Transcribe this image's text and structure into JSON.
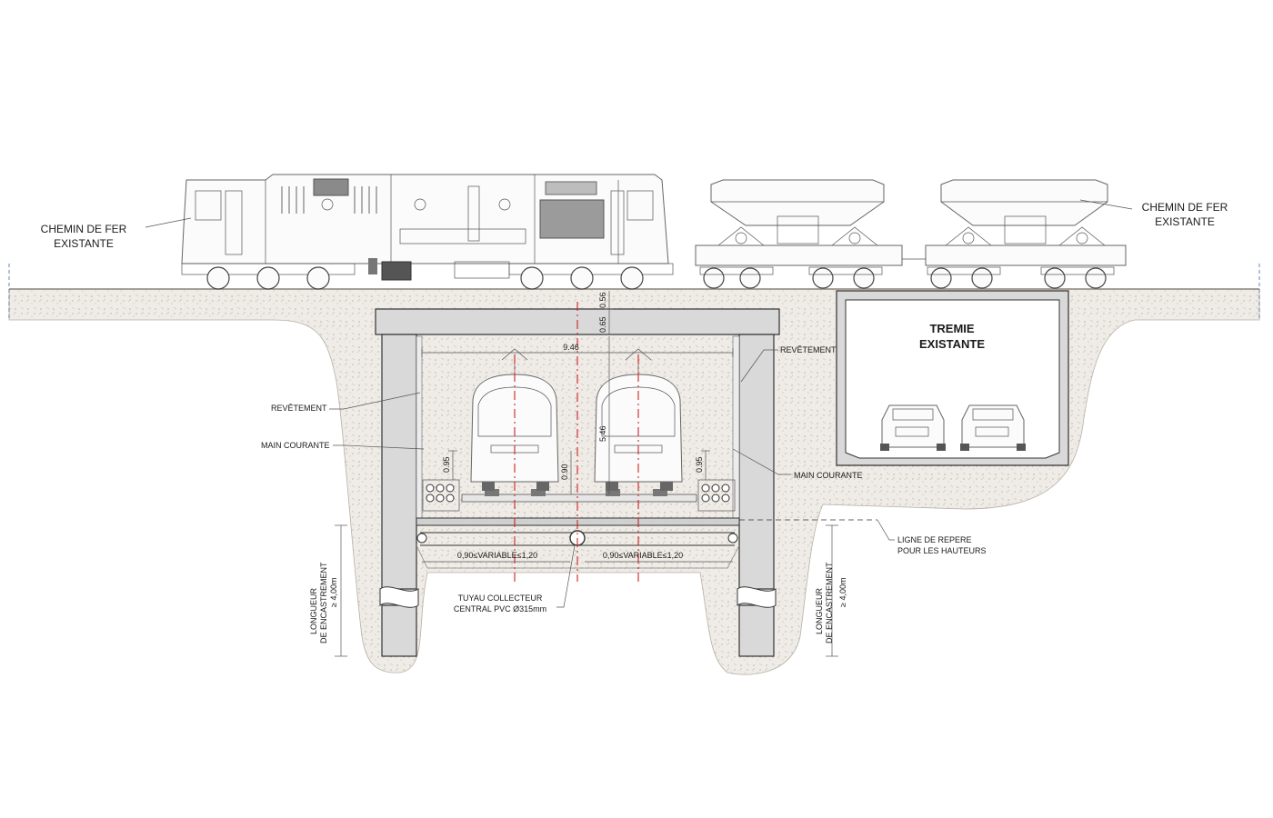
{
  "labels": {
    "railway_left_line1": "CHEMIN DE FER",
    "railway_left_line2": "EXISTANTE",
    "railway_right_line1": "CHEMIN DE FER",
    "railway_right_line2": "EXISTANTE",
    "hopper_line1": "TREMIE",
    "hopper_line2": "EXISTANTE",
    "lining_left": "REVÊTEMENT",
    "lining_right": "REVÊTEMENT",
    "handrail_left": "MAIN COURANTE",
    "handrail_right": "MAIN COURANTE",
    "ref_line_1": "LIGNE DE REPERE",
    "ref_line_2": "POUR LES HAUTEURS",
    "pipe_1": "TUYAU  COLLECTEUR",
    "pipe_2": "CENTRAL PVC Ø315mm",
    "embed_left_1": "LONGUEUR",
    "embed_left_2": "DE ENCASTREMENT",
    "embed_left_3": "≥ 4,00m",
    "embed_right_1": "LONGUEUR",
    "embed_right_2": "DE ENCASTREMENT",
    "embed_right_3": "≥ 4,00m"
  },
  "dimensions": {
    "slab_thickness": "0.65",
    "cover": "0.56",
    "inner_width": "9.46",
    "inner_height": "5.46",
    "rail_height": "0.90",
    "handrail_left": "0.95",
    "handrail_right": "0.95",
    "variable_left": "0,90≤VARIABLE≤1,20",
    "variable_right": "0,90≤VARIABLE≤1,20"
  },
  "colors": {
    "ground": "#e8e4df",
    "concrete": "#d9d9d9",
    "axis": "#cc2222",
    "line": "#333333"
  }
}
